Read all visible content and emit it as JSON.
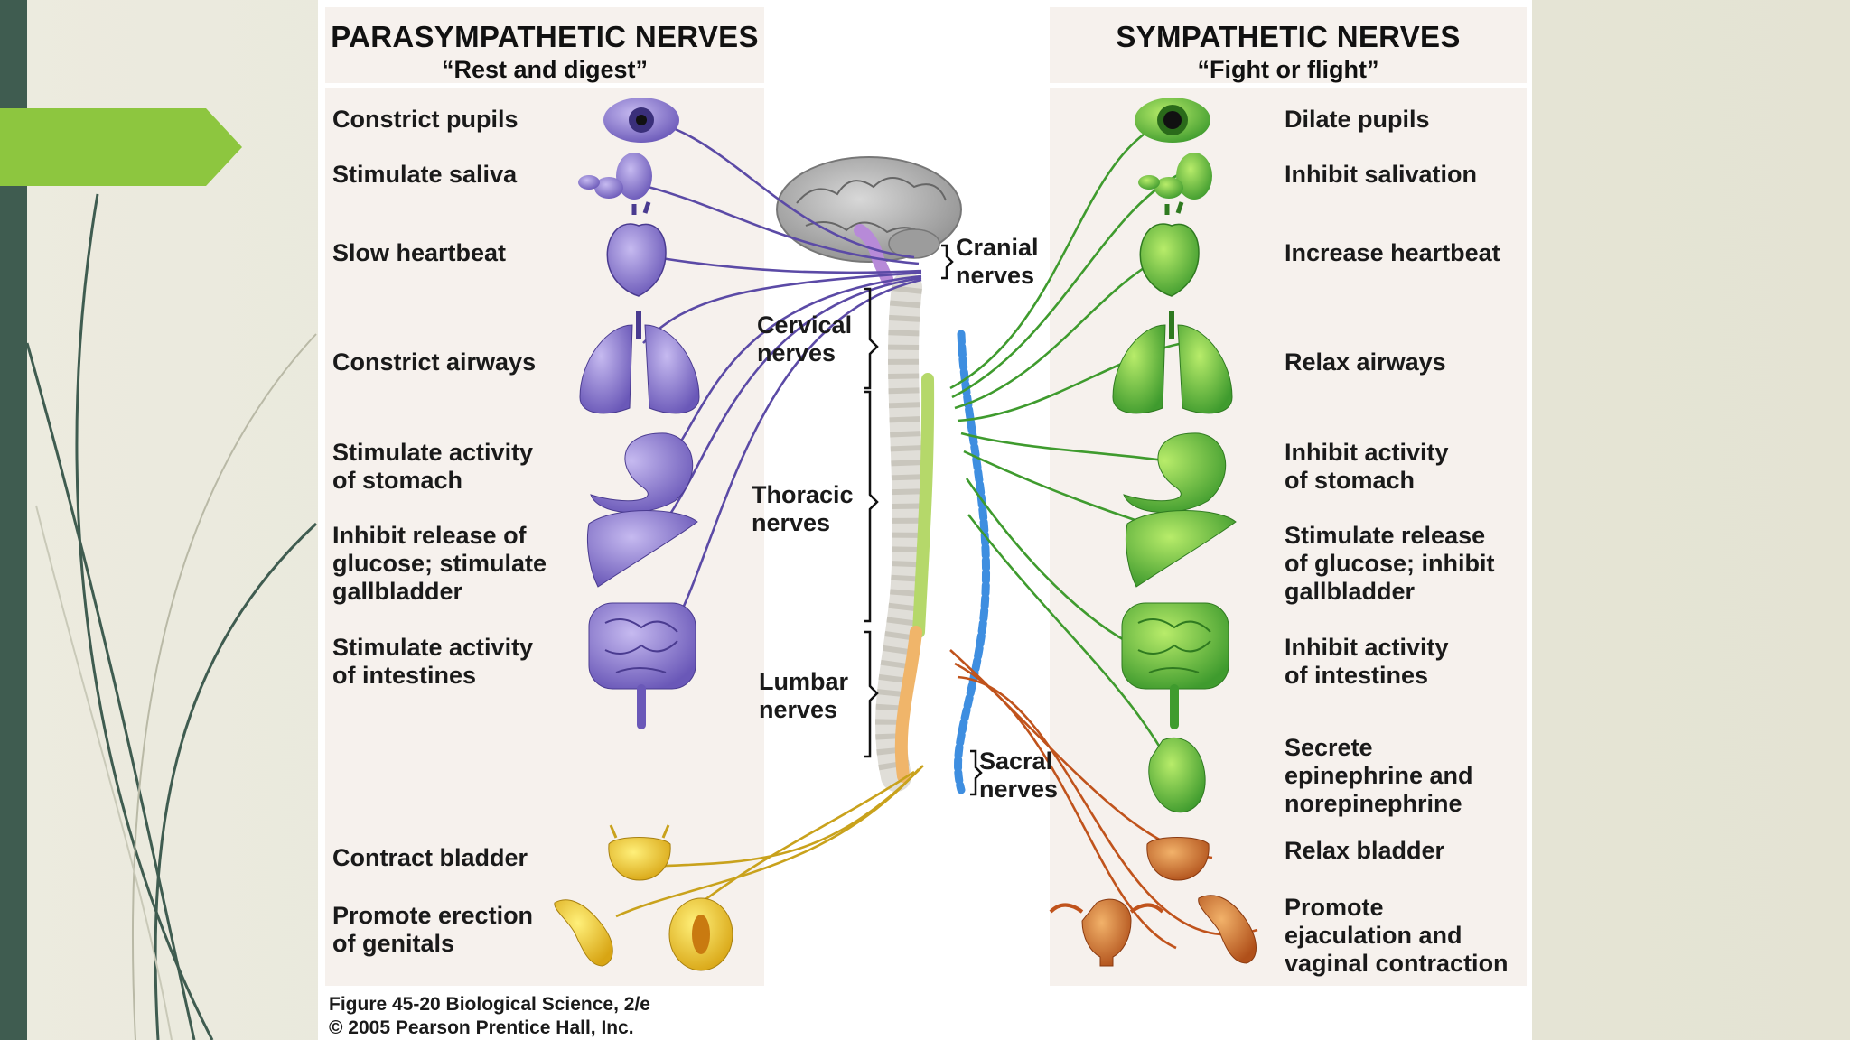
{
  "parasympathetic": {
    "title": "PARASYMPATHETIC NERVES",
    "subtitle": "“Rest and digest”",
    "effects": [
      "Constrict pupils",
      "Stimulate saliva",
      "Slow heartbeat",
      "Constrict airways",
      "Stimulate activity\nof stomach",
      "Inhibit release of\nglucose; stimulate\ngallbladder",
      "Stimulate activity\nof intestines",
      "Contract bladder",
      "Promote erection\nof genitals"
    ]
  },
  "sympathetic": {
    "title": "SYMPATHETIC NERVES",
    "subtitle": "“Fight or flight”",
    "effects": [
      "Dilate pupils",
      "Inhibit salivation",
      "Increase heartbeat",
      "Relax airways",
      "Inhibit activity\nof stomach",
      "Stimulate release\nof glucose; inhibit\ngallbladder",
      "Inhibit activity\nof intestines",
      "Secrete\nepinephrine and\nnorepinephrine",
      "Relax bladder",
      "Promote\nejaculation and\nvaginal contraction"
    ]
  },
  "nerve_regions": {
    "cranial": "Cranial\nnerves",
    "cervical": "Cervical\nnerves",
    "thoracic": "Thoracic\nnerves",
    "lumbar": "Lumbar\nnerves",
    "sacral": "Sacral\nnerves"
  },
  "caption": "Figure 45-20  Biological Science, 2/e\n© 2005 Pearson Prentice Hall, Inc.",
  "colors": {
    "parasympathetic": "#5b4aa6",
    "sympathetic": "#3f9b2e",
    "sacral": "#c9a21c",
    "lumbar_sympathetic": "#c0531c",
    "ganglion_chain": "#3e8ee0",
    "slide_band": "#3f5c50",
    "slide_accent": "#8dc63f"
  }
}
